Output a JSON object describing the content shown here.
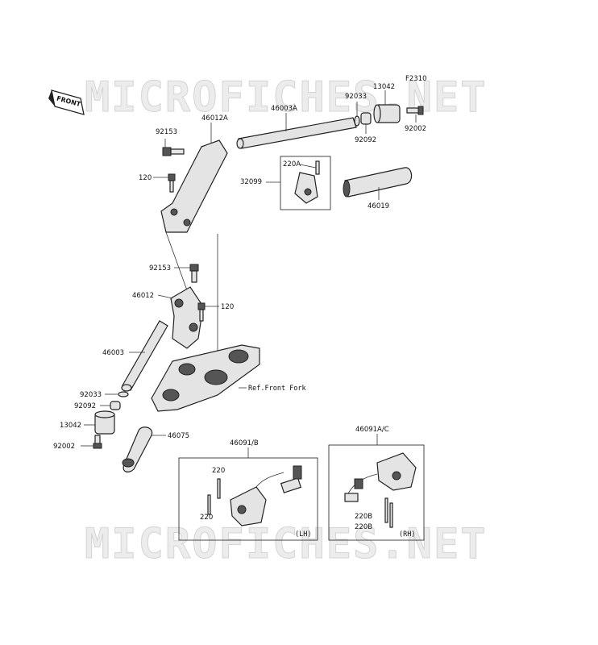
{
  "watermark": {
    "text": "MICROFICHES.NET"
  },
  "figure_code": "F2310",
  "front_badge": "FRONT",
  "labels": {
    "p46012A": "46012A",
    "p92153_top": "92153",
    "p120_top": "120",
    "p46003A": "46003A",
    "p92033_top": "92033",
    "p13042_top": "13042",
    "p92092_top": "92092",
    "p92002_top": "92002",
    "p220A": "220A",
    "p32099": "32099",
    "p46019": "46019",
    "p92153_mid": "92153",
    "p46012": "46012",
    "p120_mid": "120",
    "p46003": "46003",
    "p92033_low": "92033",
    "p92092_low": "92092",
    "p13042_low": "13042",
    "p92002_low": "92002",
    "p46075": "46075",
    "ref_fork": "Ref.Front Fork",
    "p46091B": "46091/B",
    "p220_a": "220",
    "p220_b": "220",
    "lh": "(LH)",
    "p46091AC": "46091A/C",
    "p220B_a": "220B",
    "p220B_b": "220B",
    "rh": "(RH)"
  }
}
